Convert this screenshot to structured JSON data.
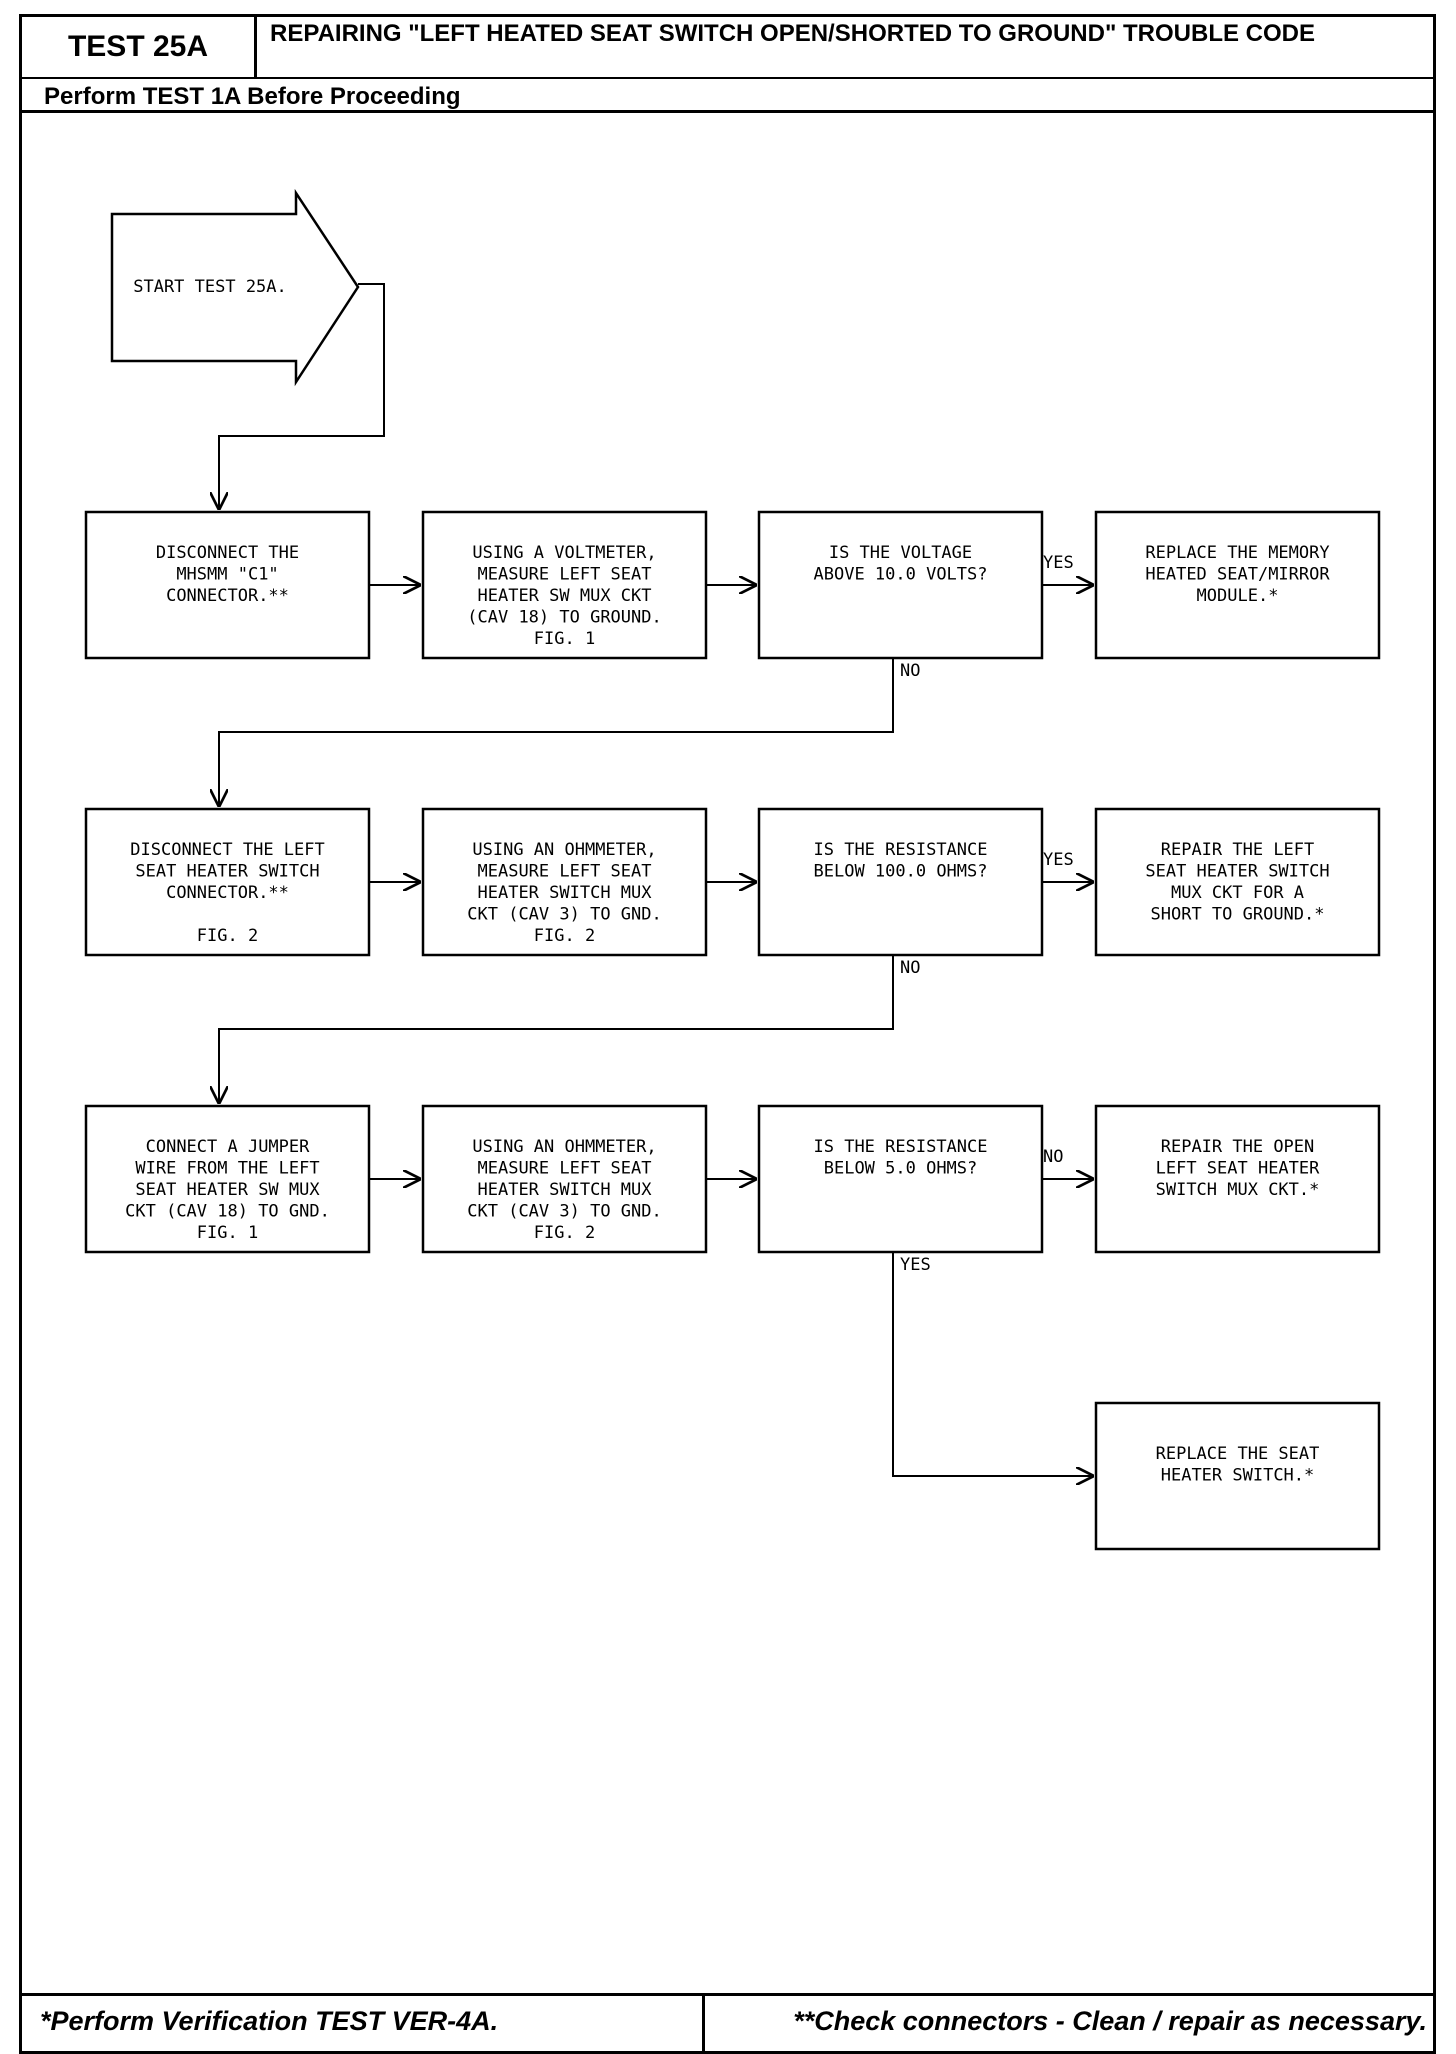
{
  "header": {
    "test_id": "TEST 25A",
    "title": "REPAIRING \"LEFT HEATED SEAT SWITCH OPEN/SHORTED TO GROUND\" TROUBLE CODE",
    "prerequisite": "Perform TEST 1A Before Proceeding"
  },
  "flow": {
    "start": "START TEST 25A.",
    "row1": {
      "b1": [
        "DISCONNECT THE",
        "MHSMM \"C1\"",
        "CONNECTOR.**"
      ],
      "b2": [
        "USING A VOLTMETER,",
        "MEASURE LEFT SEAT",
        "HEATER SW MUX CKT",
        "(CAV 18) TO GROUND.",
        "FIG. 1"
      ],
      "b3": [
        "IS THE VOLTAGE",
        "ABOVE 10.0 VOLTS?"
      ],
      "b4": [
        "REPLACE THE MEMORY",
        "HEATED SEAT/MIRROR",
        "MODULE.*"
      ],
      "yes_label": "YES",
      "no_label": "NO"
    },
    "row2": {
      "b1": [
        "DISCONNECT THE LEFT",
        "SEAT HEATER SWITCH",
        "CONNECTOR.**",
        "",
        "FIG. 2"
      ],
      "b2": [
        "USING AN OHMMETER,",
        "MEASURE LEFT SEAT",
        "HEATER SWITCH MUX",
        "CKT (CAV 3) TO GND.",
        "FIG. 2"
      ],
      "b3": [
        "IS THE RESISTANCE",
        "BELOW 100.0 OHMS?"
      ],
      "b4": [
        "REPAIR THE LEFT",
        "SEAT HEATER SWITCH",
        "MUX CKT FOR A",
        "SHORT TO GROUND.*"
      ],
      "yes_label": "YES",
      "no_label": "NO"
    },
    "row3": {
      "b1": [
        "CONNECT A JUMPER",
        "WIRE FROM THE LEFT",
        "SEAT HEATER SW MUX",
        "CKT (CAV 18) TO GND.",
        "FIG. 1"
      ],
      "b2": [
        "USING AN OHMMETER,",
        "MEASURE LEFT SEAT",
        "HEATER SWITCH MUX",
        "CKT (CAV 3) TO GND.",
        "FIG. 2"
      ],
      "b3": [
        "IS THE RESISTANCE",
        "BELOW 5.0 OHMS?"
      ],
      "b4": [
        "REPAIR THE OPEN",
        "LEFT SEAT HEATER",
        "SWITCH MUX CKT.*"
      ],
      "no_label": "NO",
      "yes_label": "YES"
    },
    "final": [
      "REPLACE THE SEAT",
      "HEATER SWITCH.*"
    ]
  },
  "footer": {
    "left": "*Perform Verification TEST VER-4A.",
    "right": "**Check connectors - Clean / repair as necessary."
  }
}
